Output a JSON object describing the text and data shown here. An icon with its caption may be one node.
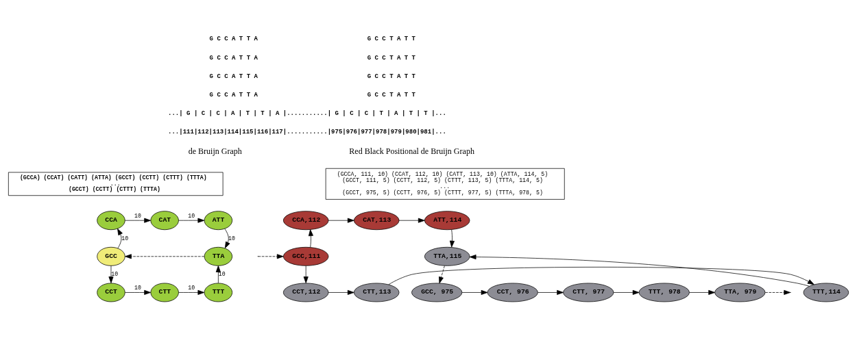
{
  "diagram": {
    "nodes": [
      {
        "text": [
          "(GCCA) (CCAT) (CATT) (ATTA) (GCCT) (CCTT) (CTTT) (TTTA)",
          "...",
          "(GCCT) (CCTT) (CTTT) (TTTA)"
        ]
      },
      {
        "text": [
          "GCC"
        ]
      },
      {
        "text": [
          "CCA"
        ]
      },
      {
        "text": [
          "CAT"
        ]
      },
      {
        "text": [
          "ATT"
        ]
      },
      {
        "text": [
          "CCT"
        ]
      },
      {
        "text": [
          "CTT"
        ]
      },
      {
        "text": [
          "TTT"
        ]
      },
      {
        "text": [
          "TTA"
        ]
      },
      {
        "text": [
          "(GCCA, 111, 10) (CCAT, 112, 10) (CATT, 113, 10) (ATTA, 114, 5)",
          "(GCCT, 111, 5) (CCTT, 112, 5) (CTTT, 113, 5) (TTTA, 114, 5)",
          "...",
          "(GCCT, 975, 5) (CCTT, 976, 5) (CTTT, 977, 5) (TTTA, 978, 5)"
        ]
      },
      {
        "text": [
          "GCC,111"
        ]
      },
      {
        "text": [
          "CCA,112"
        ]
      },
      {
        "text": [
          "CAT,113"
        ]
      },
      {
        "text": [
          "ATT,114"
        ]
      },
      {
        "text": [
          "CCT,112"
        ]
      },
      {
        "text": [
          "CTT,113"
        ]
      },
      {
        "text": [
          "TTT,114"
        ]
      },
      {
        "text": [
          "TTA,115"
        ]
      },
      {
        "text": [
          "GCC, 975"
        ]
      },
      {
        "text": [
          "CCT, 976"
        ]
      },
      {
        "text": [
          "CTT, 977"
        ]
      },
      {
        "text": [
          "TTT, 978"
        ]
      },
      {
        "text": [
          "TTA, 979"
        ]
      }
    ],
    "edges": [
      {
        "from": 1,
        "to": 2,
        "arrow": "to",
        "label": "10"
      },
      {
        "from": 2,
        "to": 3,
        "arrow": "to",
        "label": "10"
      },
      {
        "from": 3,
        "to": 4,
        "arrow": "to",
        "label": "10"
      },
      {
        "from": 4,
        "to": 8,
        "arrow": "to",
        "label": "10"
      },
      {
        "from": 1,
        "to": 5,
        "arrow": "to",
        "label": "10"
      },
      {
        "from": 5,
        "to": 6,
        "arrow": "to",
        "label": "10"
      },
      {
        "from": 6,
        "to": 7,
        "arrow": "to",
        "label": "10"
      },
      {
        "from": 7,
        "to": 8,
        "arrow": "to",
        "label": "10"
      },
      {
        "from": 8,
        "to": 1,
        "arrow": "to",
        "style": "dashed"
      },
      {
        "from": null,
        "to": 10,
        "arrow": "to",
        "style": "dashed"
      },
      {
        "from": 10,
        "to": 11,
        "arrow": "to"
      },
      {
        "from": 11,
        "to": 12,
        "arrow": "to"
      },
      {
        "from": 12,
        "to": 13,
        "arrow": "to"
      },
      {
        "from": 13,
        "to": 17,
        "arrow": "to"
      },
      {
        "from": 10,
        "to": 14,
        "arrow": "to"
      },
      {
        "from": 14,
        "to": 15,
        "arrow": "to"
      },
      {
        "from": 15,
        "to": 16,
        "arrow": "to"
      },
      {
        "from": 16,
        "to": 17,
        "arrow": "to"
      },
      {
        "from": 17,
        "to": 18,
        "arrow": "to",
        "style": "dashed"
      },
      {
        "from": 18,
        "to": 19,
        "arrow": "to"
      },
      {
        "from": 19,
        "to": 20,
        "arrow": "to"
      },
      {
        "from": 20,
        "to": 21,
        "arrow": "to"
      },
      {
        "from": 21,
        "to": 22,
        "arrow": "to"
      },
      {
        "from": 22,
        "to": null,
        "arrow": "to",
        "style": "dashed"
      }
    ],
    "labels": [
      "G C C A T T A",
      "G C C T A T T",
      "G C C A T T A",
      "G C C T A T T",
      "G C C A T T A",
      "G C C T A T T",
      "G C C A T T A",
      "G C C T A T T",
      "...| G | C | C | A | T | T | A |...........| G | C | C | T | A | T | T |...",
      "...|111|112|113|114|115|116|117|...........|975|976|977|978|979|980|981|...",
      "de Bruijn Graph",
      "Red Black Positional de Bruijn Graph"
    ]
  }
}
